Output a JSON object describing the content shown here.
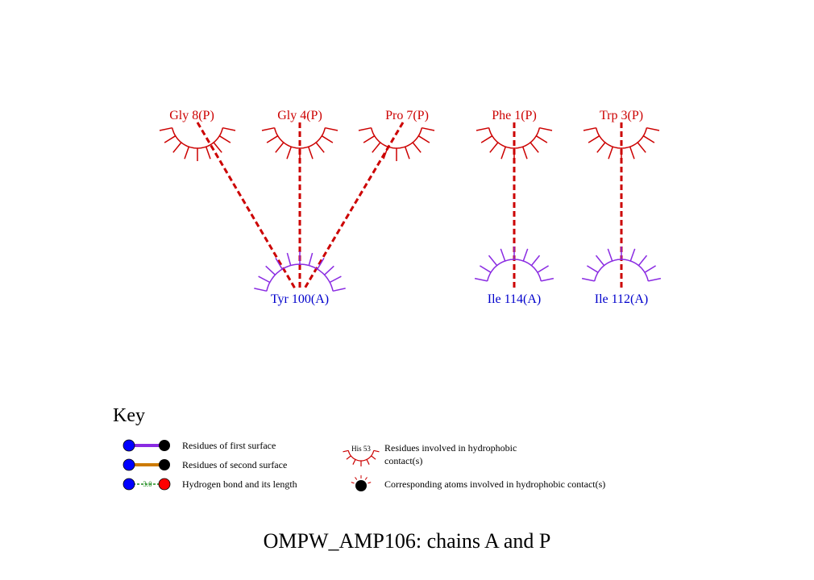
{
  "colors": {
    "chain_p": "#cc0000",
    "chain_a": "#0000cc",
    "arc_p": "#cc0000",
    "arc_a": "#8a2be2",
    "contact_line": "#cc0000",
    "first_surface": "#8a2be2",
    "second_surface": "#cc7a00",
    "hbond": "#1a8a1a",
    "atom_blue": "#0000ff",
    "atom_black": "#000000",
    "atom_red": "#ff0000"
  },
  "residues": {
    "gly8": "Gly 8(P)",
    "gly4": "Gly 4(P)",
    "pro7": "Pro 7(P)",
    "phe1": "Phe 1(P)",
    "trp3": "Trp 3(P)",
    "tyr100": "Tyr 100(A)",
    "ile114": "Ile 114(A)",
    "ile112": "Ile 112(A)"
  },
  "key": {
    "title": "Key",
    "first_surface": "Residues of first surface",
    "second_surface": "Residues of second surface",
    "hbond": "Hydrogen bond and its length",
    "hbond_length": "3.0",
    "hydrophobic_example": "His 53",
    "hydrophobic_line1": "Residues involved in hydrophobic",
    "hydrophobic_line2": "contact(s)",
    "atoms": "Corresponding atoms involved in hydrophobic contact(s)"
  },
  "caption": "OMPW_AMP106: chains A and P"
}
